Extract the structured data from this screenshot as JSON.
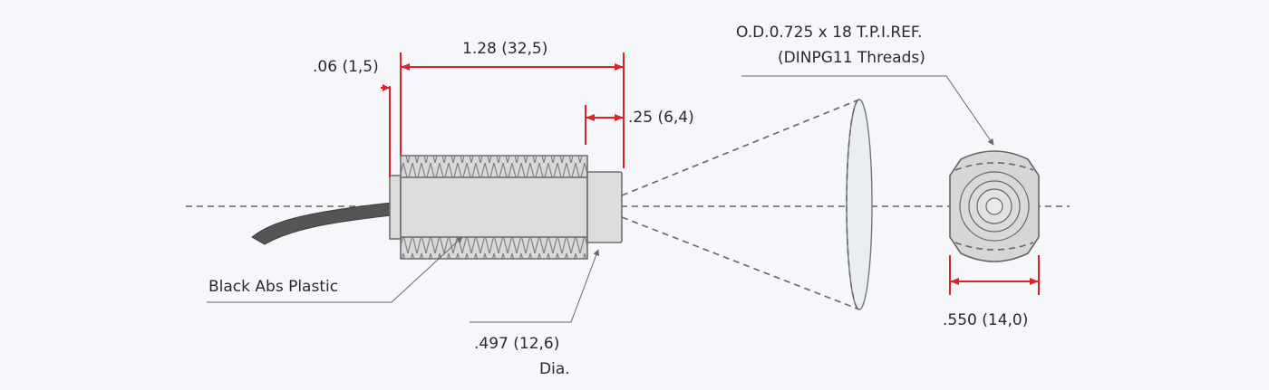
{
  "labels": {
    "dim_gap": ".06 (1,5)",
    "dim_length": "1.28 (32,5)",
    "dim_nose": ".25 (6,4)",
    "thread_line1": "O.D.0.725 x 18 T.P.I.REF.",
    "thread_line2": "(DINPG11 Threads)",
    "material": "Black Abs Plastic",
    "diameter_value": ".497 (12,6)",
    "diameter_unit": "Dia.",
    "end_width": ".550 (14,0)"
  },
  "colors": {
    "dimension": "#e0202c",
    "body": "#dcdcdc",
    "outline": "#6e6e6e",
    "background": "#f6f7fb"
  }
}
